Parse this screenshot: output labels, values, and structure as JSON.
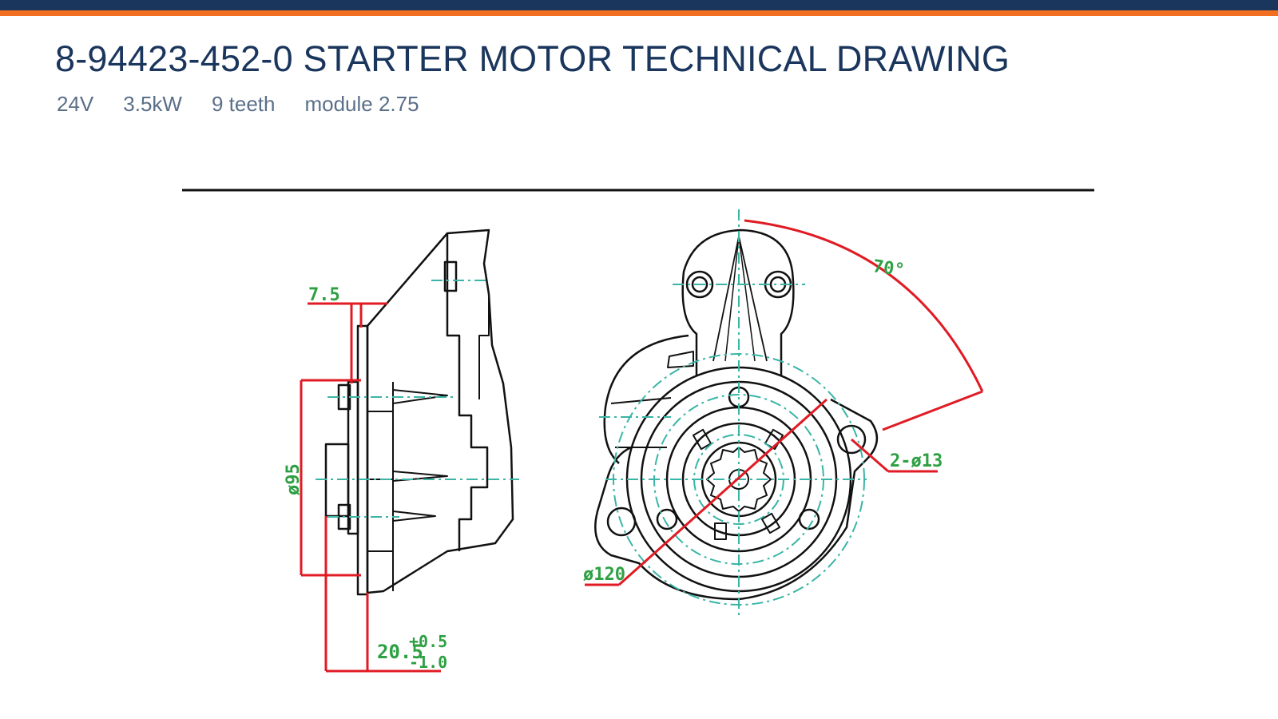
{
  "header": {
    "title": "8-94423-452-0 STARTER MOTOR TECHNICAL DRAWING",
    "specs": [
      "24V",
      "3.5kW",
      "9 teeth",
      "module 2.75"
    ]
  },
  "drawing": {
    "dimensions": {
      "flange_offset": "7.5",
      "pilot_diameter": "ø95",
      "pinion_length": "20.5",
      "pinion_tol_upper": "+0.5",
      "pinion_tol_lower": "-1.0",
      "angle": "70°",
      "bolt_holes": "2-ø13",
      "bolt_circle": "ø120"
    },
    "colors": {
      "outline": "#111111",
      "dimension_line": "#e01b24",
      "dimension_text": "#2ea043",
      "center_line": "#3ab5a6"
    }
  },
  "colors": {
    "header_bar": "#1b365d",
    "header_accent": "#f26f21",
    "title": "#1b365d",
    "specs": "#5a6f88"
  }
}
